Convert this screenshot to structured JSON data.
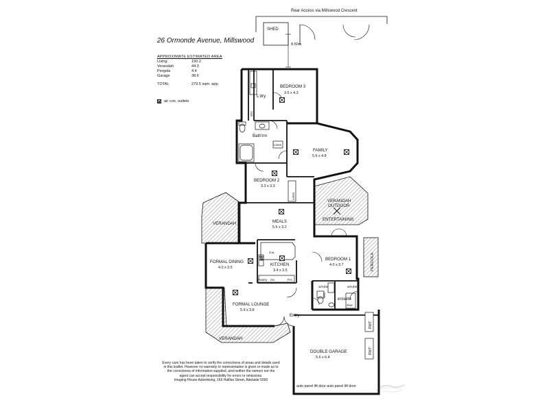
{
  "header": {
    "title": "26 Ormonde Avenue, Millswood",
    "rear_access": "Rear Access via Millswood Crescent",
    "shed": "SHED",
    "distance": "8.50m"
  },
  "area_table": {
    "heading": "APPROXIMATE ESTIMATED AREA",
    "rows": [
      {
        "label": "Living",
        "value": "150.2"
      },
      {
        "label": "Verandah",
        "value": "44.3"
      },
      {
        "label": "Pergola",
        "value": "4.4"
      },
      {
        "label": "Garage",
        "value": "38.6"
      }
    ],
    "total_label": "TOTAL",
    "total_value": "279.5 sqm. app."
  },
  "legend": {
    "label": "air con. outlets"
  },
  "rooms": {
    "bedroom3": {
      "name": "BEDROOM 3",
      "size": "3.5 x 4.3"
    },
    "laundry": {
      "name": "L'dry"
    },
    "bathroom": {
      "name": "Bath'rm"
    },
    "linen1": {
      "name": "Linen"
    },
    "family": {
      "name": "FAMILY",
      "size": "5.6 x 4.8"
    },
    "bedroom2": {
      "name": "BEDROOM 2",
      "size": "3.3 x 3.3"
    },
    "linen2": {
      "name": "Linen"
    },
    "meals": {
      "name": "MEALS",
      "size": "5.5 x 3.2"
    },
    "verandah_outdoor": {
      "name1": "VERANDAH",
      "name2": "OUTDOOR",
      "name3": "ENTERTAINING"
    },
    "verandah_west": {
      "name": "VERANDAH"
    },
    "formal_dining": {
      "name": "FORMAL DINING",
      "size": "4.0 x 3.5"
    },
    "kitchen": {
      "name": "KITCHEN",
      "size": "3.4 x 3.5"
    },
    "pantry": {
      "name": "Pantry"
    },
    "dw": {
      "name": "d.w."
    },
    "ov": {
      "name": "Ov."
    },
    "frz": {
      "name": "Frz."
    },
    "bedroom1": {
      "name": "BEDROOM 1",
      "size": "4.0 x 3.7"
    },
    "pergola": {
      "name": "PERGOLA"
    },
    "wrobe1": {
      "name": "w/robe"
    },
    "wrobe2": {
      "name": "w/robe"
    },
    "ensuite": {
      "name": "ensuite"
    },
    "formal_lounge": {
      "name": "FORMAL LOUNGE",
      "size": "5.9 x 3.8"
    },
    "entry": {
      "name": "Entry"
    },
    "verandah_front": {
      "name": "VERANDAH"
    },
    "double_garage": {
      "name": "DOUBLE GARAGE",
      "size": "5.6 x 6.4"
    },
    "rwt1": {
      "name": "RWT"
    },
    "rwt2": {
      "name": "RWT"
    },
    "garage_door": {
      "name": "auto panel lift door auto panel lift door"
    },
    "wc1": {
      "name": "W/C"
    },
    "wc2": {
      "name": "W/C"
    },
    "shower": {
      "name": "shwr"
    }
  },
  "disclaimer": {
    "lines": [
      "Every care has been taken to verify the correctness of areas and details used",
      "in this leaflet. However no warranty or representative is given or made as to",
      "the correctness of information supplied, and neither the owners nor the",
      "agent can accept responsibility for errors or omissions.",
      "Imaging House Advertising, 166 Halifax Street, Adelaide 5000"
    ]
  }
}
